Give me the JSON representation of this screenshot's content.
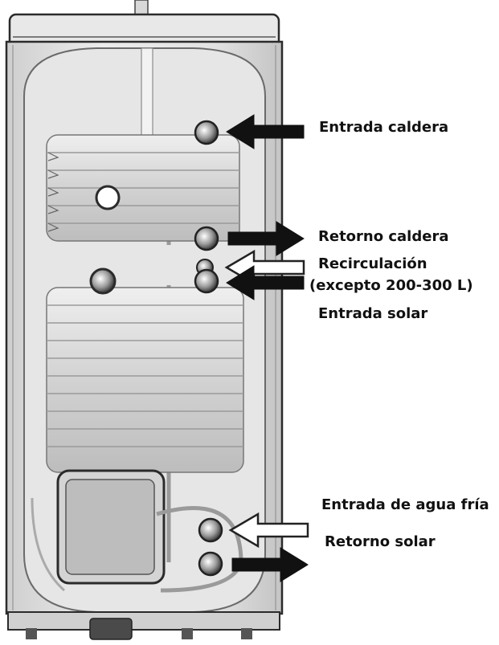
{
  "labels": {
    "entrada_caldera": "Entrada caldera",
    "retorno_caldera": "Retorno caldera",
    "recirculacion_line1": "Recirculación",
    "recirculacion_line2": "(excepto 200-300 L)",
    "entrada_solar": "Entrada solar",
    "entrada_agua_fria": "Entrada de agua fría",
    "retorno_solar": "Retorno solar"
  },
  "colors": {
    "outline": "#2b2b2b",
    "tank_fill": "#e4e4e4",
    "coil_fill": "#d6d6d6",
    "arrow_dark": "#111111",
    "arrow_light": "#ffffff"
  }
}
